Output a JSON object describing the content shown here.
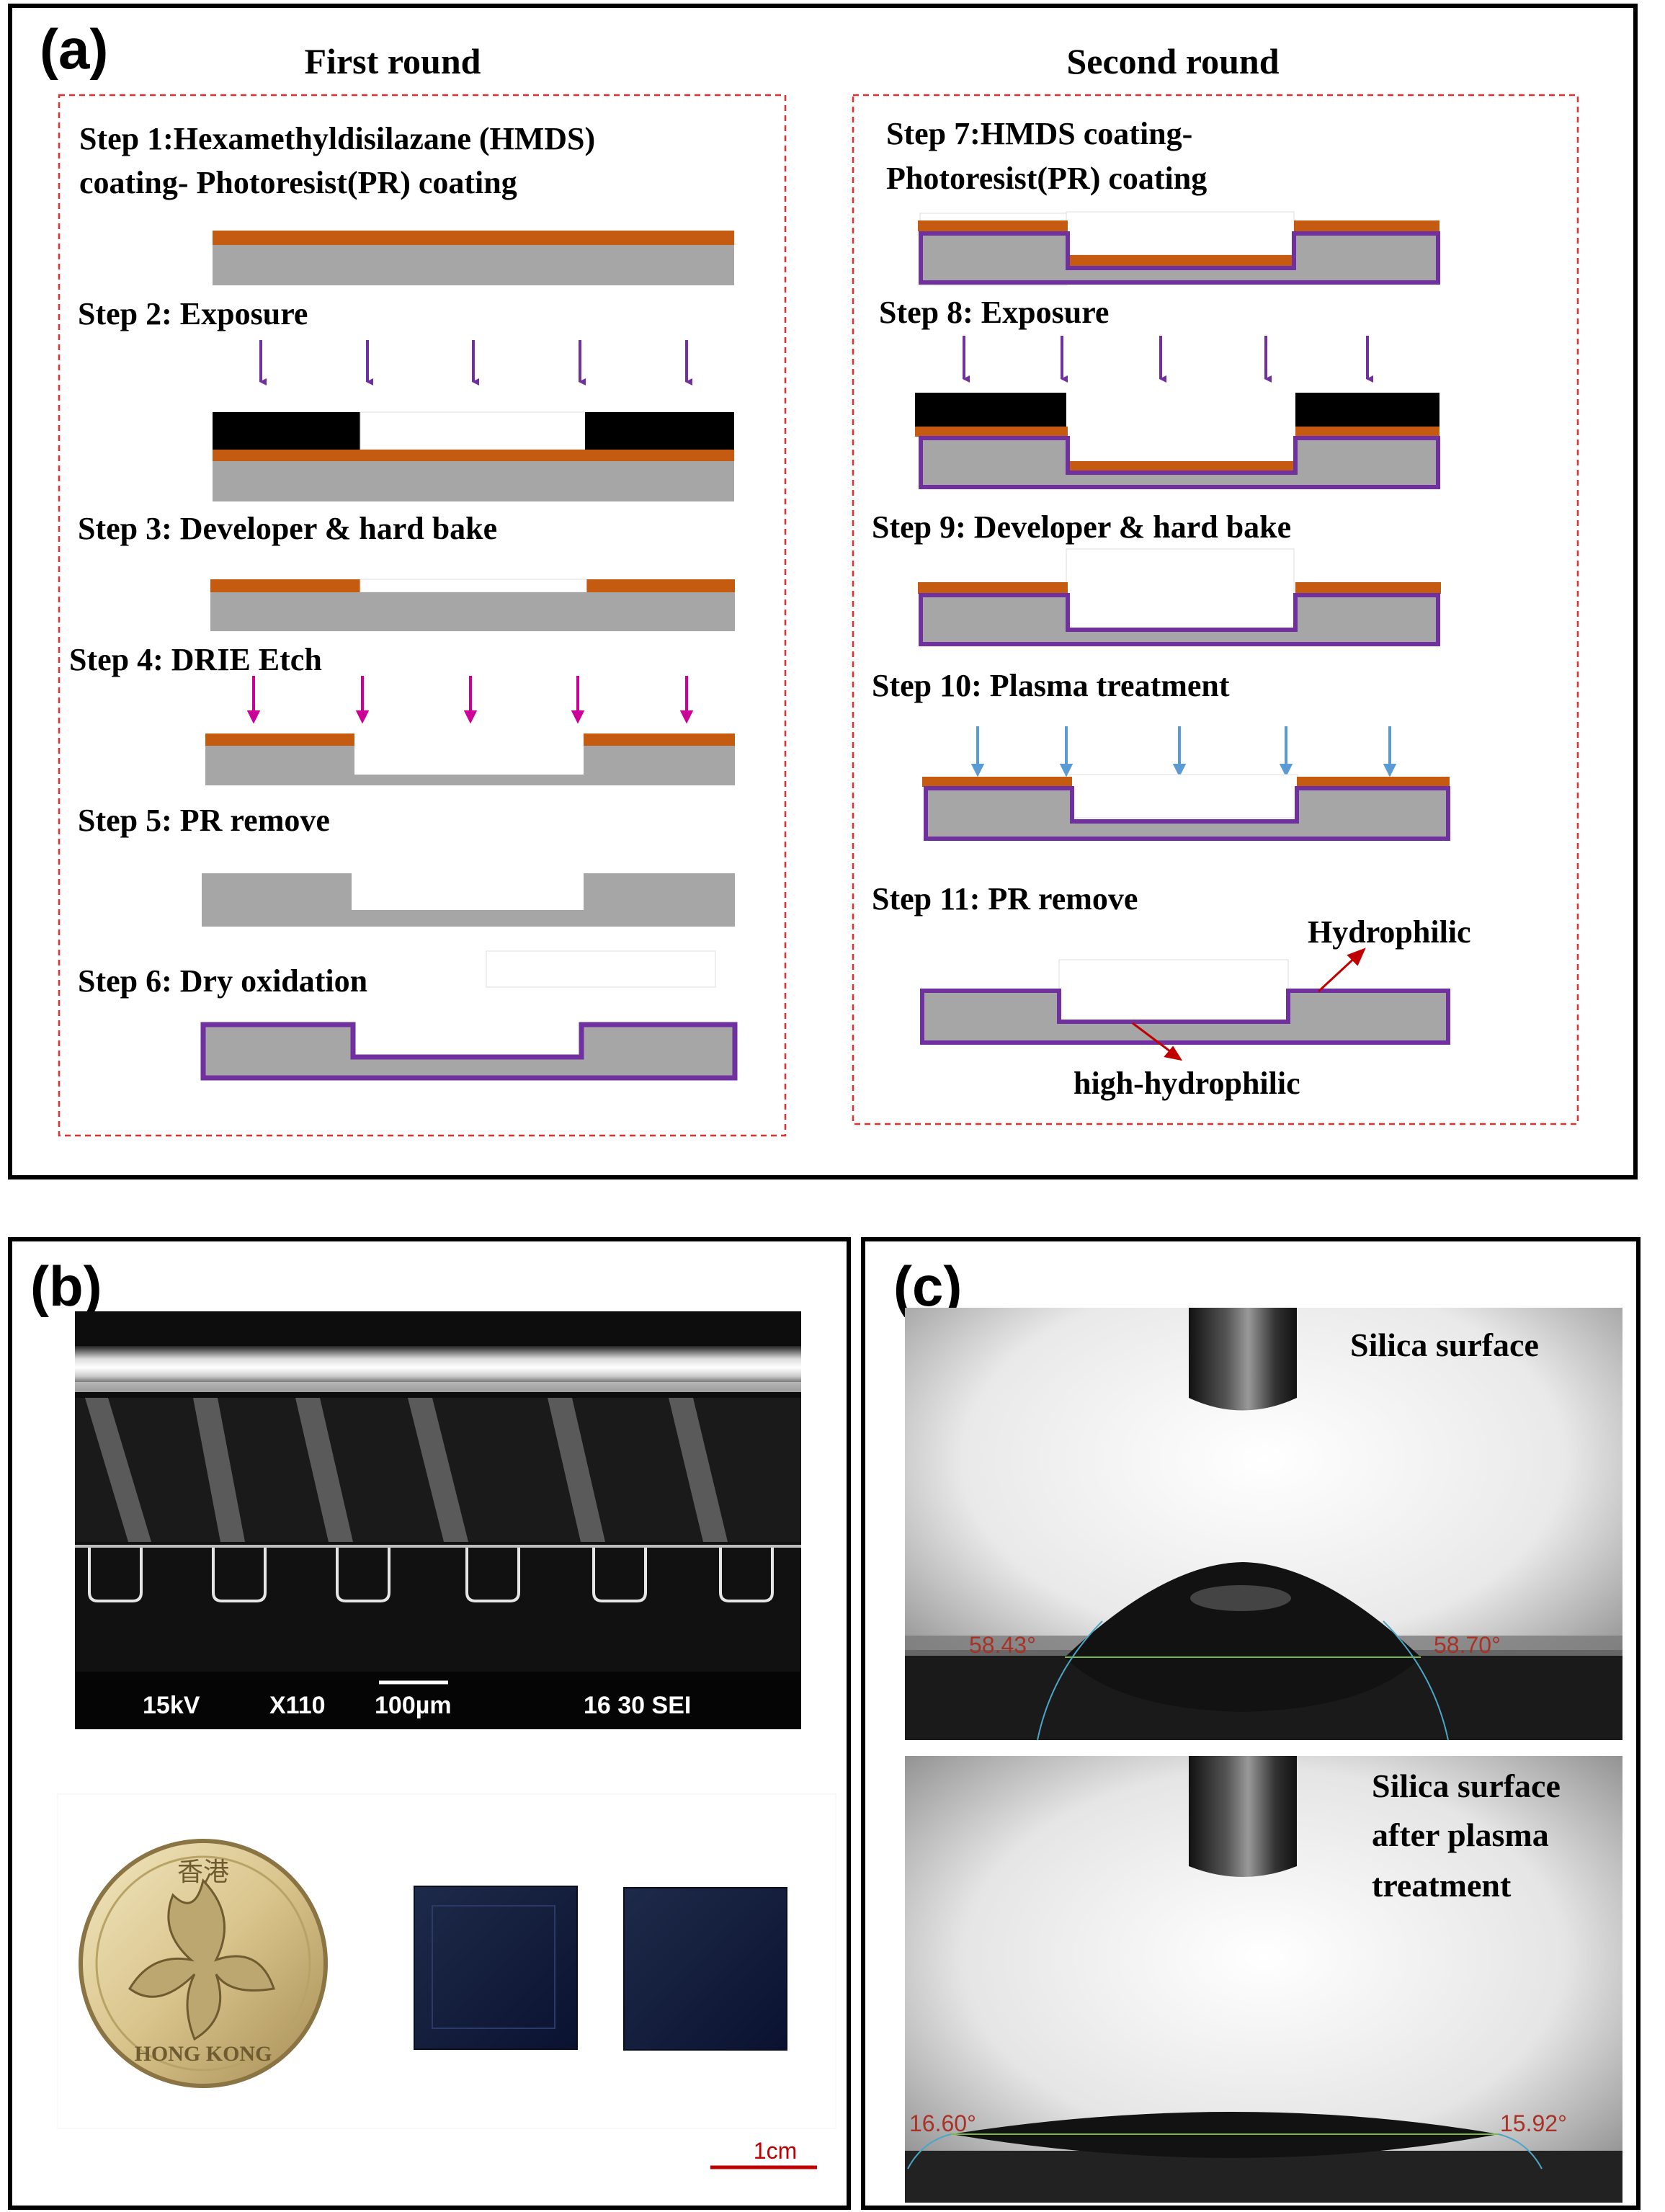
{
  "panel_a": {
    "label": "(a)",
    "first_round": {
      "title": "First round",
      "steps": [
        {
          "line1": "Step 1:Hexamethyldisilazane  (HMDS)",
          "line2": "coating- Photoresist(PR) coating"
        },
        {
          "line1": "Step 2: Exposure"
        },
        {
          "line1": "Step 3: Developer & hard bake"
        },
        {
          "line1": "Step 4: DRIE Etch"
        },
        {
          "line1": "Step 5: PR remove"
        },
        {
          "line1": "Step 6: Dry oxidation"
        }
      ]
    },
    "second_round": {
      "title": "Second round",
      "steps": [
        {
          "line1": "Step 7:HMDS coating-",
          "line2": "Photoresist(PR) coating"
        },
        {
          "line1": "Step 8: Exposure"
        },
        {
          "line1": "Step 9: Developer & hard bake"
        },
        {
          "line1": "Step 10: Plasma treatment"
        },
        {
          "line1": "Step 11: PR remove"
        }
      ],
      "hydrophilic_label": "Hydrophilic",
      "high_hydrophilic_label": "high-hydrophilic"
    },
    "colors": {
      "silicon": "#a6a6a6",
      "photoresist": "#c55a11",
      "oxide": "#7030a0",
      "mask": "#000000",
      "exposure_arrow": "#7030a0",
      "etch_arrow": "#cc0099",
      "plasma_arrow": "#5b9bd5",
      "dashed_border": "#e03030"
    }
  },
  "panel_b": {
    "label": "(b)",
    "sem": {
      "voltage": "15kV",
      "magnification": "X110",
      "scale": "100µm",
      "info": "16 30 SEI"
    },
    "photo": {
      "scale": "1cm",
      "coin_text": "HONG KONG",
      "coin_chars": "香港"
    }
  },
  "panel_c": {
    "label": "(c)",
    "top": {
      "caption": "Silica surface",
      "left_angle": "58.43°",
      "right_angle": "58.70°"
    },
    "bottom": {
      "caption_line1": "Silica surface",
      "caption_line2": "after plasma",
      "caption_line3": "treatment",
      "left_angle": "16.60°",
      "right_angle": "15.92°"
    }
  }
}
